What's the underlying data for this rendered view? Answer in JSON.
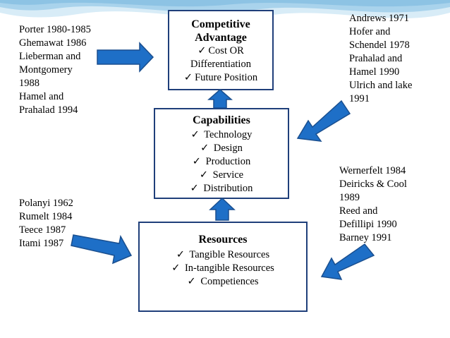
{
  "left_top_refs": [
    "Porter 1980-1985",
    "Ghemawat 1986",
    "Lieberman and",
    "Montgomery",
    "1988",
    "Hamel and",
    "Prahalad 1994"
  ],
  "left_bottom_refs": [
    "Polanyi 1962",
    "Rumelt 1984",
    "Teece 1987",
    "Itami 1987"
  ],
  "right_top_refs": [
    "Andrews 1971",
    "Hofer and",
    "Schendel  1978",
    "Prahalad and",
    "Hamel 1990",
    "Ulrich and lake",
    "1991"
  ],
  "right_bottom_refs": [
    "Wernerfelt 1984",
    "Deiricks & Cool",
    "1989",
    "Reed and",
    "Defillipi 1990",
    "Barney 1991"
  ],
  "competitive_advantage": {
    "title_line1": "Competitive",
    "title_line2": "Advantage",
    "items": [
      "Cost OR",
      "Differentiation",
      "Future Position"
    ]
  },
  "capabilities": {
    "title": "Capabilities",
    "items": [
      "Technology",
      "Design",
      "Production",
      "Service",
      "Distribution"
    ]
  },
  "resources": {
    "title": "Resources",
    "items": [
      "Tangible Resources",
      "In-tangible Resources",
      "Competiences"
    ]
  },
  "check_glyph": "✓",
  "colors": {
    "arrow_fill": "#1e6fc7",
    "arrow_stroke": "#1a4f8f",
    "box_border": "#1f3f7a",
    "wave_light": "#cfe7f5",
    "wave_mid": "#9ccbe6"
  }
}
